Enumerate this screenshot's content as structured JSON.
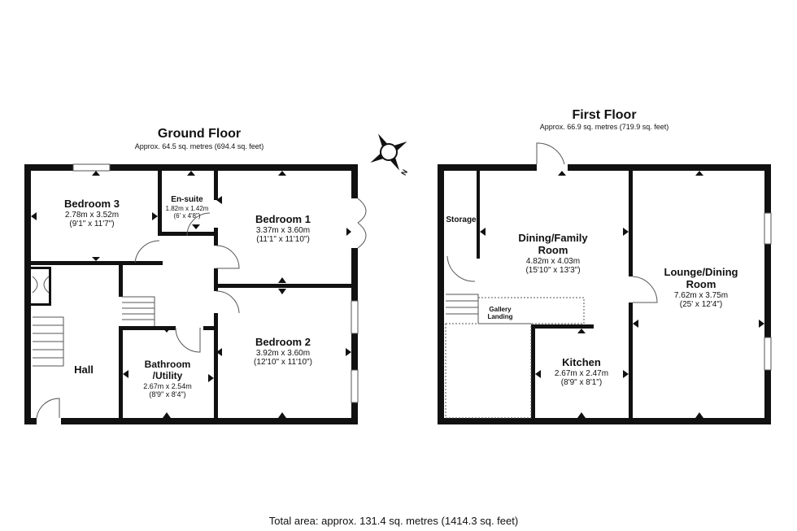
{
  "ground_floor": {
    "title": "Ground Floor",
    "area": "Approx. 64.5 sq. metres (694.4 sq. feet)",
    "rooms": [
      {
        "name": "Bedroom 3",
        "metric": "2.78m x 3.52m",
        "imperial": "(9'1\" x 11'7\")"
      },
      {
        "name": "En-suite",
        "metric": "1.82m x 1.42m",
        "imperial": "(6' x 4'8\")"
      },
      {
        "name": "Bedroom 1",
        "metric": "3.37m x 3.60m",
        "imperial": "(11'1\" x 11'10\")"
      },
      {
        "name": "Bedroom 2",
        "metric": "3.92m x 3.60m",
        "imperial": "(12'10\" x 11'10\")"
      },
      {
        "name": "Bathroom",
        "name2": "/Utility",
        "metric": "2.67m x 2.54m",
        "imperial": "(8'9\" x 8'4\")"
      },
      {
        "name": "Hall"
      }
    ]
  },
  "first_floor": {
    "title": "First Floor",
    "area": "Approx. 66.9 sq. metres (719.9 sq. feet)",
    "rooms": [
      {
        "name": "Storage"
      },
      {
        "name": "Dining/Family",
        "name2": "Room",
        "metric": "4.82m x 4.03m",
        "imperial": "(15'10\" x 13'3\")"
      },
      {
        "name": "Lounge/Dining",
        "name2": "Room",
        "metric": "7.62m x 3.75m",
        "imperial": "(25' x 12'4\")"
      },
      {
        "name": "Kitchen",
        "metric": "2.67m x 2.47m",
        "imperial": "(8'9\" x 8'1\")"
      },
      {
        "name": "Gallery",
        "name2": "Landing"
      }
    ]
  },
  "compass": {
    "icon": "compass-icon",
    "label": "N"
  },
  "total_area": "Total area: approx. 131.4 sq. metres (1414.3 sq. feet)"
}
